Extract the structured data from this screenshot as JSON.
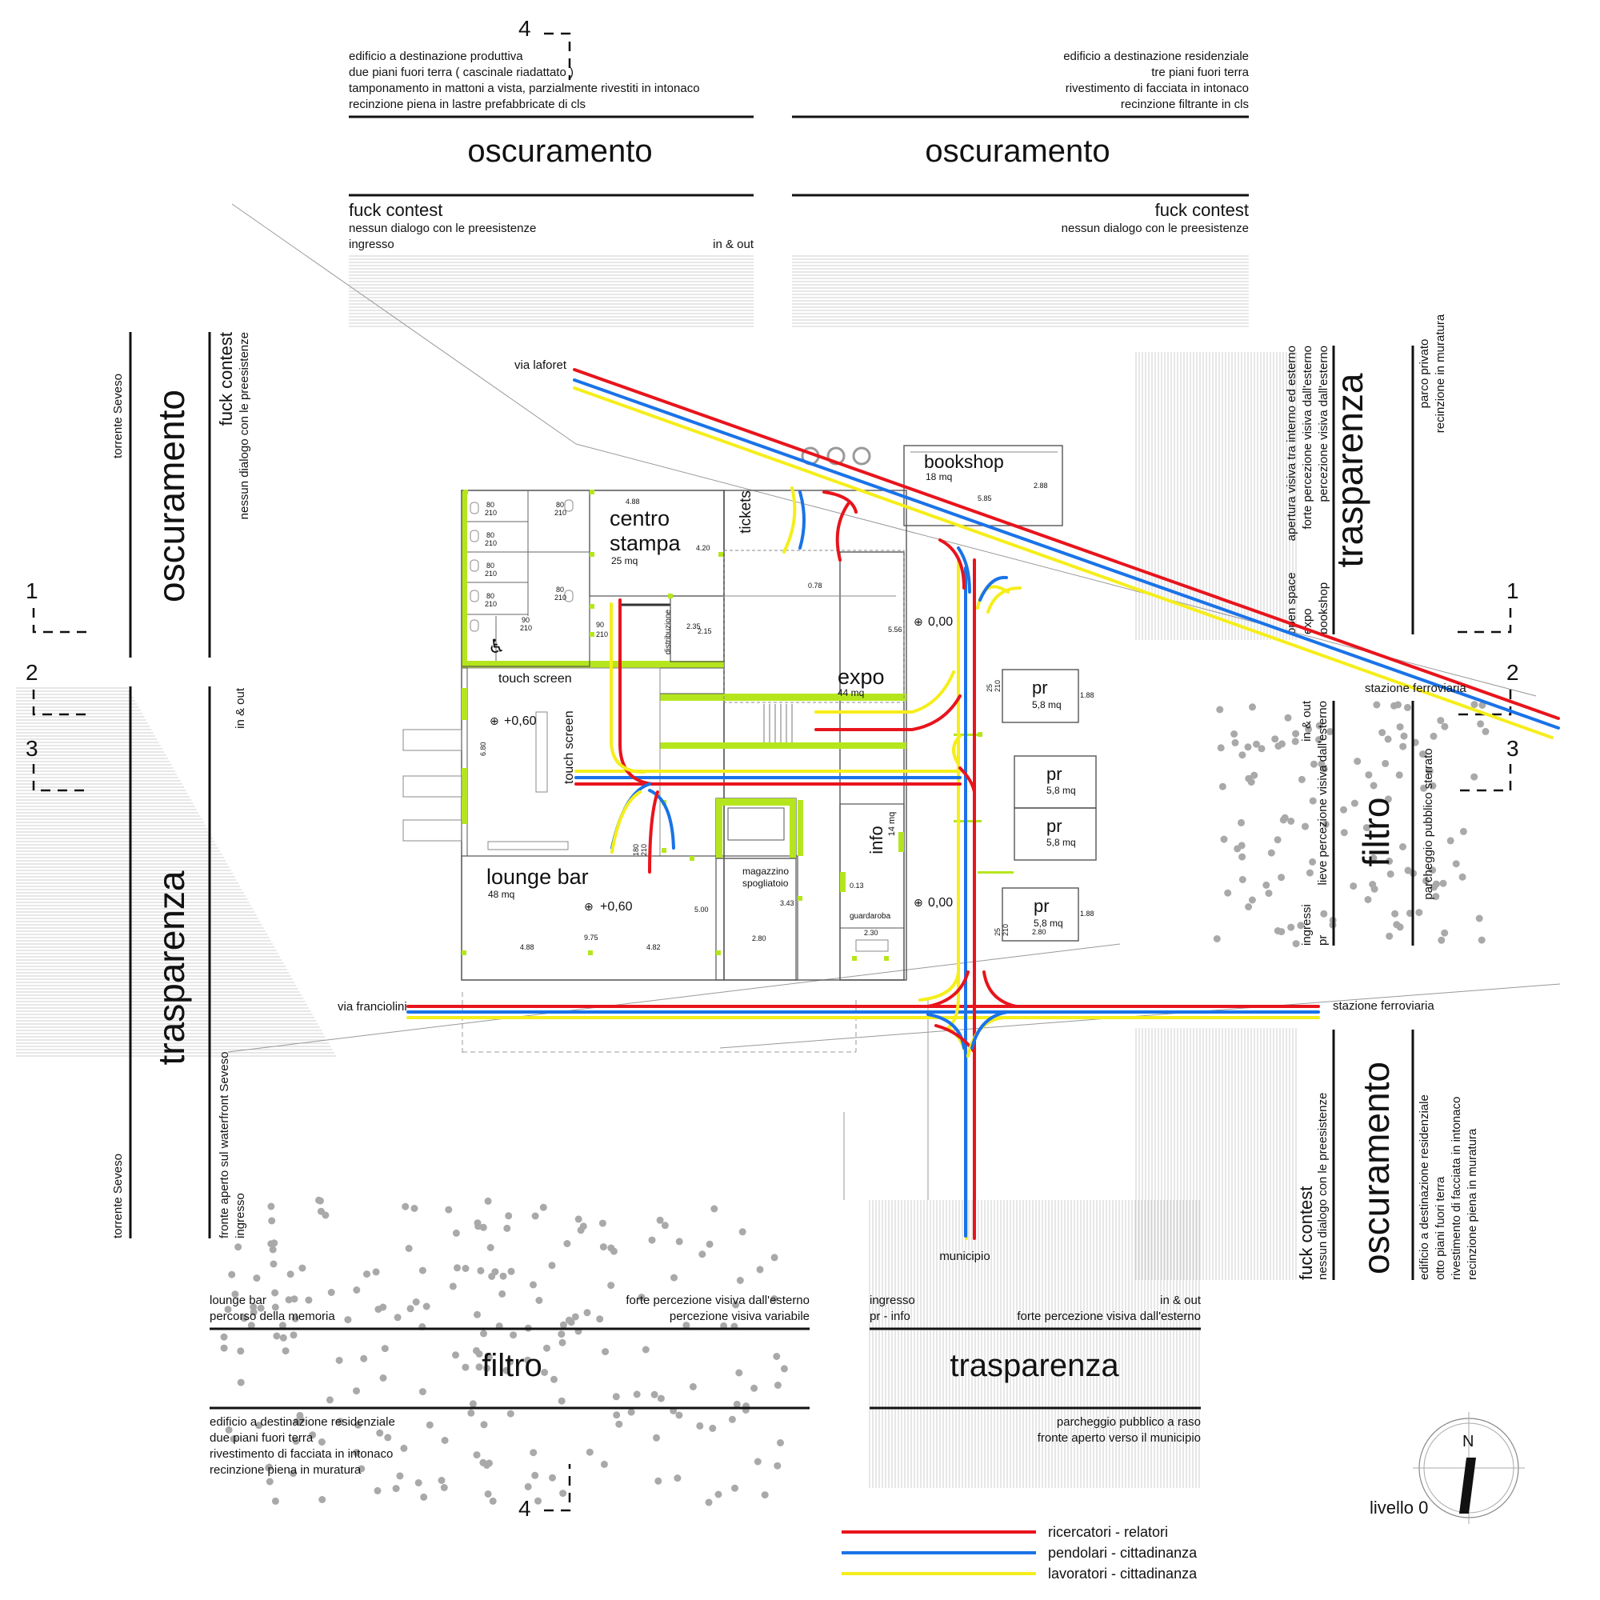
{
  "section_marks": [
    "1",
    "2",
    "3",
    "4"
  ],
  "top_left": {
    "notes": [
      "edificio a destinazione produttiva",
      "due piani fuori terra ( cascinale riadattato )",
      "tamponamento in mattoni a vista, parzialmente rivestiti in intonaco",
      "recinzione piena in lastre prefabbricate di cls"
    ],
    "title": "oscuramento",
    "sub_title": "fuck contest",
    "sub1": "nessun dialogo con le preesistenze",
    "sub2_left": "ingresso",
    "sub2_right": "in & out"
  },
  "top_right": {
    "notes": [
      "edificio a destinazione residenziale",
      "tre piani fuori terra",
      "rivestimento di facciata in intonaco",
      "recinzione filtrante in cls"
    ],
    "title": "oscuramento",
    "sub_title": "fuck contest",
    "sub1": "nessun dialogo con le preesistenze"
  },
  "left_upper": {
    "title": "oscuramento",
    "note": "torrente Seveso",
    "sub_title": "fuck contest",
    "sub1": "nessun dialogo con le preesistenze"
  },
  "left_lower": {
    "title": "trasparenza",
    "note": "torrente Seveso",
    "sub1": "fronte aperto sul waterfront Seveso",
    "sub2": "ingresso",
    "sub3": "in & out"
  },
  "right_upper": {
    "title": "trasparenza",
    "notes": [
      "parco privato",
      "recinzione in muratura"
    ],
    "sub_lines": [
      "apertura visiva tra interno ed esterno",
      "forte percezione visiva dall'esterno",
      "percezione visiva dall'esterno"
    ],
    "sub_labels": [
      "open space",
      "expo",
      "bookshop"
    ]
  },
  "right_middle": {
    "title": "filtro",
    "note": "parcheggio pubblico sterrato",
    "sub1": "lieve percezione visiva dall'esterno",
    "sub2": "in & out",
    "sub3": "ingressi",
    "sub4": "pr"
  },
  "right_lower": {
    "title": "oscuramento",
    "notes": [
      "edificio a destinazione residenziale",
      "otto piani fuori terra",
      "rivestimento di facciata in intonaco",
      "recinzione piena in muratura"
    ],
    "sub_title": "fuck contest",
    "sub1": "nessun dialogo con le preesistenze"
  },
  "bottom_left": {
    "title": "filtro",
    "left1": "lounge bar",
    "left2": "percorso della memoria",
    "right1": "forte percezione visiva dall'esterno",
    "right2": "percezione visiva variabile",
    "notes": [
      "edificio a destinazione residenziale",
      "due piani fuori terra",
      "rivestimento di facciata in intonaco",
      "recinzione piena in muratura"
    ]
  },
  "bottom_right": {
    "title": "trasparenza",
    "left1": "ingresso",
    "left2": "pr - info",
    "right1": "in & out",
    "right2": "forte percezione visiva dall'esterno",
    "notes": [
      "parcheggio pubblico a raso",
      "fronte aperto verso il municipio"
    ]
  },
  "streets": {
    "laforet": "via laforet",
    "franciolini": "via franciolini",
    "station_top": "stazione ferroviaria",
    "station_bottom": "stazione ferroviaria",
    "municipio": "municipio"
  },
  "rooms": {
    "centro_stampa": "centro stampa",
    "centro_stampa_line1": "centro",
    "centro_stampa_line2": "stampa",
    "centro_stampa_area": "25 mq",
    "tickets": "tickets",
    "bookshop": "bookshop",
    "bookshop_area": "18 mq",
    "expo": "expo",
    "expo_area": "44 mq",
    "touch_screen": "touch screen",
    "touch_screen_v": "touch screen",
    "lounge_bar": "lounge bar",
    "lounge_bar_area": "48 mq",
    "magazzino1": "magazzino",
    "magazzino2": "spogliatoio",
    "info": "info",
    "info_area": "14 mq",
    "guardaroba": "guardaroba",
    "distribuzione": "distribuzione",
    "pr": "pr",
    "pr_area": "5,8 mq"
  },
  "levels": {
    "a": "+0,60",
    "b": "+0,60",
    "c": "0,00",
    "d": "0,00"
  },
  "dims": [
    "80",
    "210",
    "90",
    "210",
    "4.88",
    "4.20",
    "0.78",
    "5.56",
    "2.35",
    "2.15",
    "6.80",
    "5.85",
    "2.88",
    "9.75",
    "4.88",
    "4.82",
    "5.00",
    "3.43",
    "2.80",
    "2.30",
    "1.88",
    "2.80",
    "180",
    "210",
    "25",
    "210",
    "0.13"
  ],
  "north": "N",
  "level_label": "livello 0",
  "legend": [
    {
      "label": "ricercatori - relatori",
      "color": "#e8141c"
    },
    {
      "label": "pendolari  - cittadinanza",
      "color": "#1a73e8"
    },
    {
      "label": "lavoratori  - cittadinanza",
      "color": "#f5ee1a"
    }
  ],
  "colors": {
    "accent_green": "#b5e61d",
    "red": "#e8141c",
    "blue": "#1a73e8",
    "yellow": "#f5ee1a"
  }
}
